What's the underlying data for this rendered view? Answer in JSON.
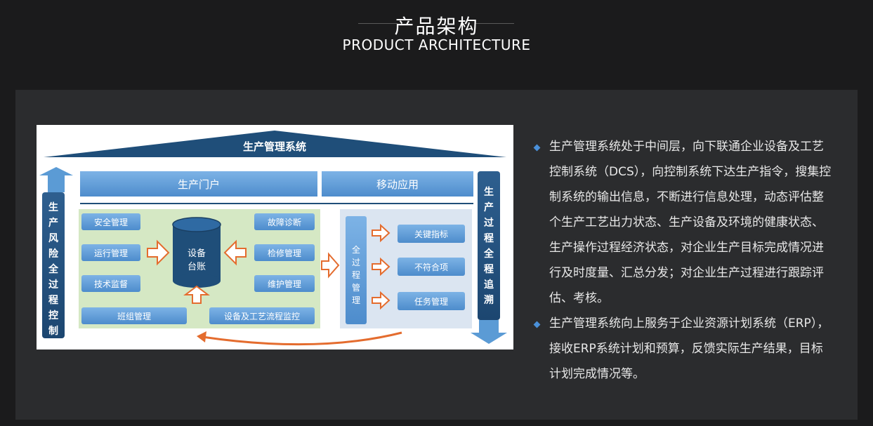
{
  "header": {
    "title": "产品架构",
    "subtitle": "PRODUCT ARCHITECTURE"
  },
  "diagram": {
    "top_label": "生产管理系统",
    "portal": "生产门户",
    "mobile": "移动应用",
    "left_vertical": "生产风险全过程控制",
    "right_vertical": "生产过程全程追溯",
    "center": [
      "设备",
      "台账"
    ],
    "left_modules": [
      "安全管理",
      "运行管理",
      "技术监督"
    ],
    "right_modules": [
      "故障诊断",
      "检修管理",
      "维护管理"
    ],
    "bottom_left": "班组管理",
    "bottom_right": "设备及工艺流程监控",
    "process_vertical": "全过程管理",
    "outputs": [
      "关键指标",
      "不符合项",
      "任务管理"
    ],
    "colors": {
      "navy": "#1f4e79",
      "blue": "#5b9bd5",
      "green_bg": "#d5e8c4",
      "orange": "#e46c2e"
    }
  },
  "bullets": [
    "生产管理系统处于中间层，向下联通企业设备及工艺控制系统（DCS），向控制系统下达生产指令，搜集控制系统的输出信息，不断进行信息处理，动态评估整个生产工艺出力状态、生产设备及环境的健康状态、生产操作过程经济状态，对企业生产目标完成情况进行及时度量、汇总分发；对企业生产过程进行跟踪评估、考核。",
    "生产管理系统向上服务于企业资源计划系统（ERP），接收ERP系统计划和预算，反馈实际生产结果，目标计划完成情况等。"
  ]
}
